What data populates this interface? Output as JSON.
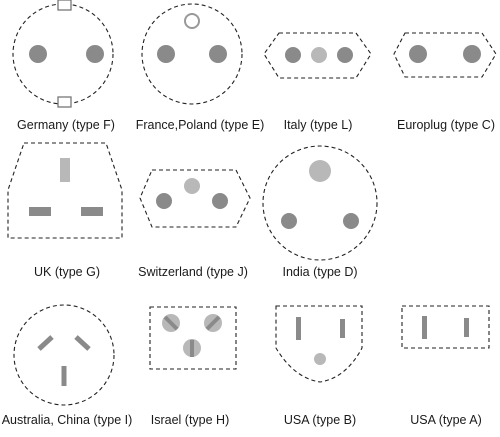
{
  "colors": {
    "background": "#ffffff",
    "outline": "#222222",
    "pin_dark": "#8a8a8a",
    "pin_light": "#b8b8b8",
    "label": "#1a1a1a"
  },
  "plugs": [
    {
      "id": "germany",
      "label": "Germany (type F)"
    },
    {
      "id": "france",
      "label": "France,Poland (type E)"
    },
    {
      "id": "italy",
      "label": "Italy (type L)"
    },
    {
      "id": "europlug",
      "label": "Europlug (type C)"
    },
    {
      "id": "uk",
      "label": "UK (type G)"
    },
    {
      "id": "switzerland",
      "label": "Switzerland (type J)"
    },
    {
      "id": "india",
      "label": "India (type D)"
    },
    {
      "id": "australia",
      "label": "Australia, China (type I)"
    },
    {
      "id": "israel",
      "label": "Israel (type H)"
    },
    {
      "id": "usa-b",
      "label": "USA (type B)"
    },
    {
      "id": "usa-a",
      "label": "USA (type A)"
    }
  ]
}
